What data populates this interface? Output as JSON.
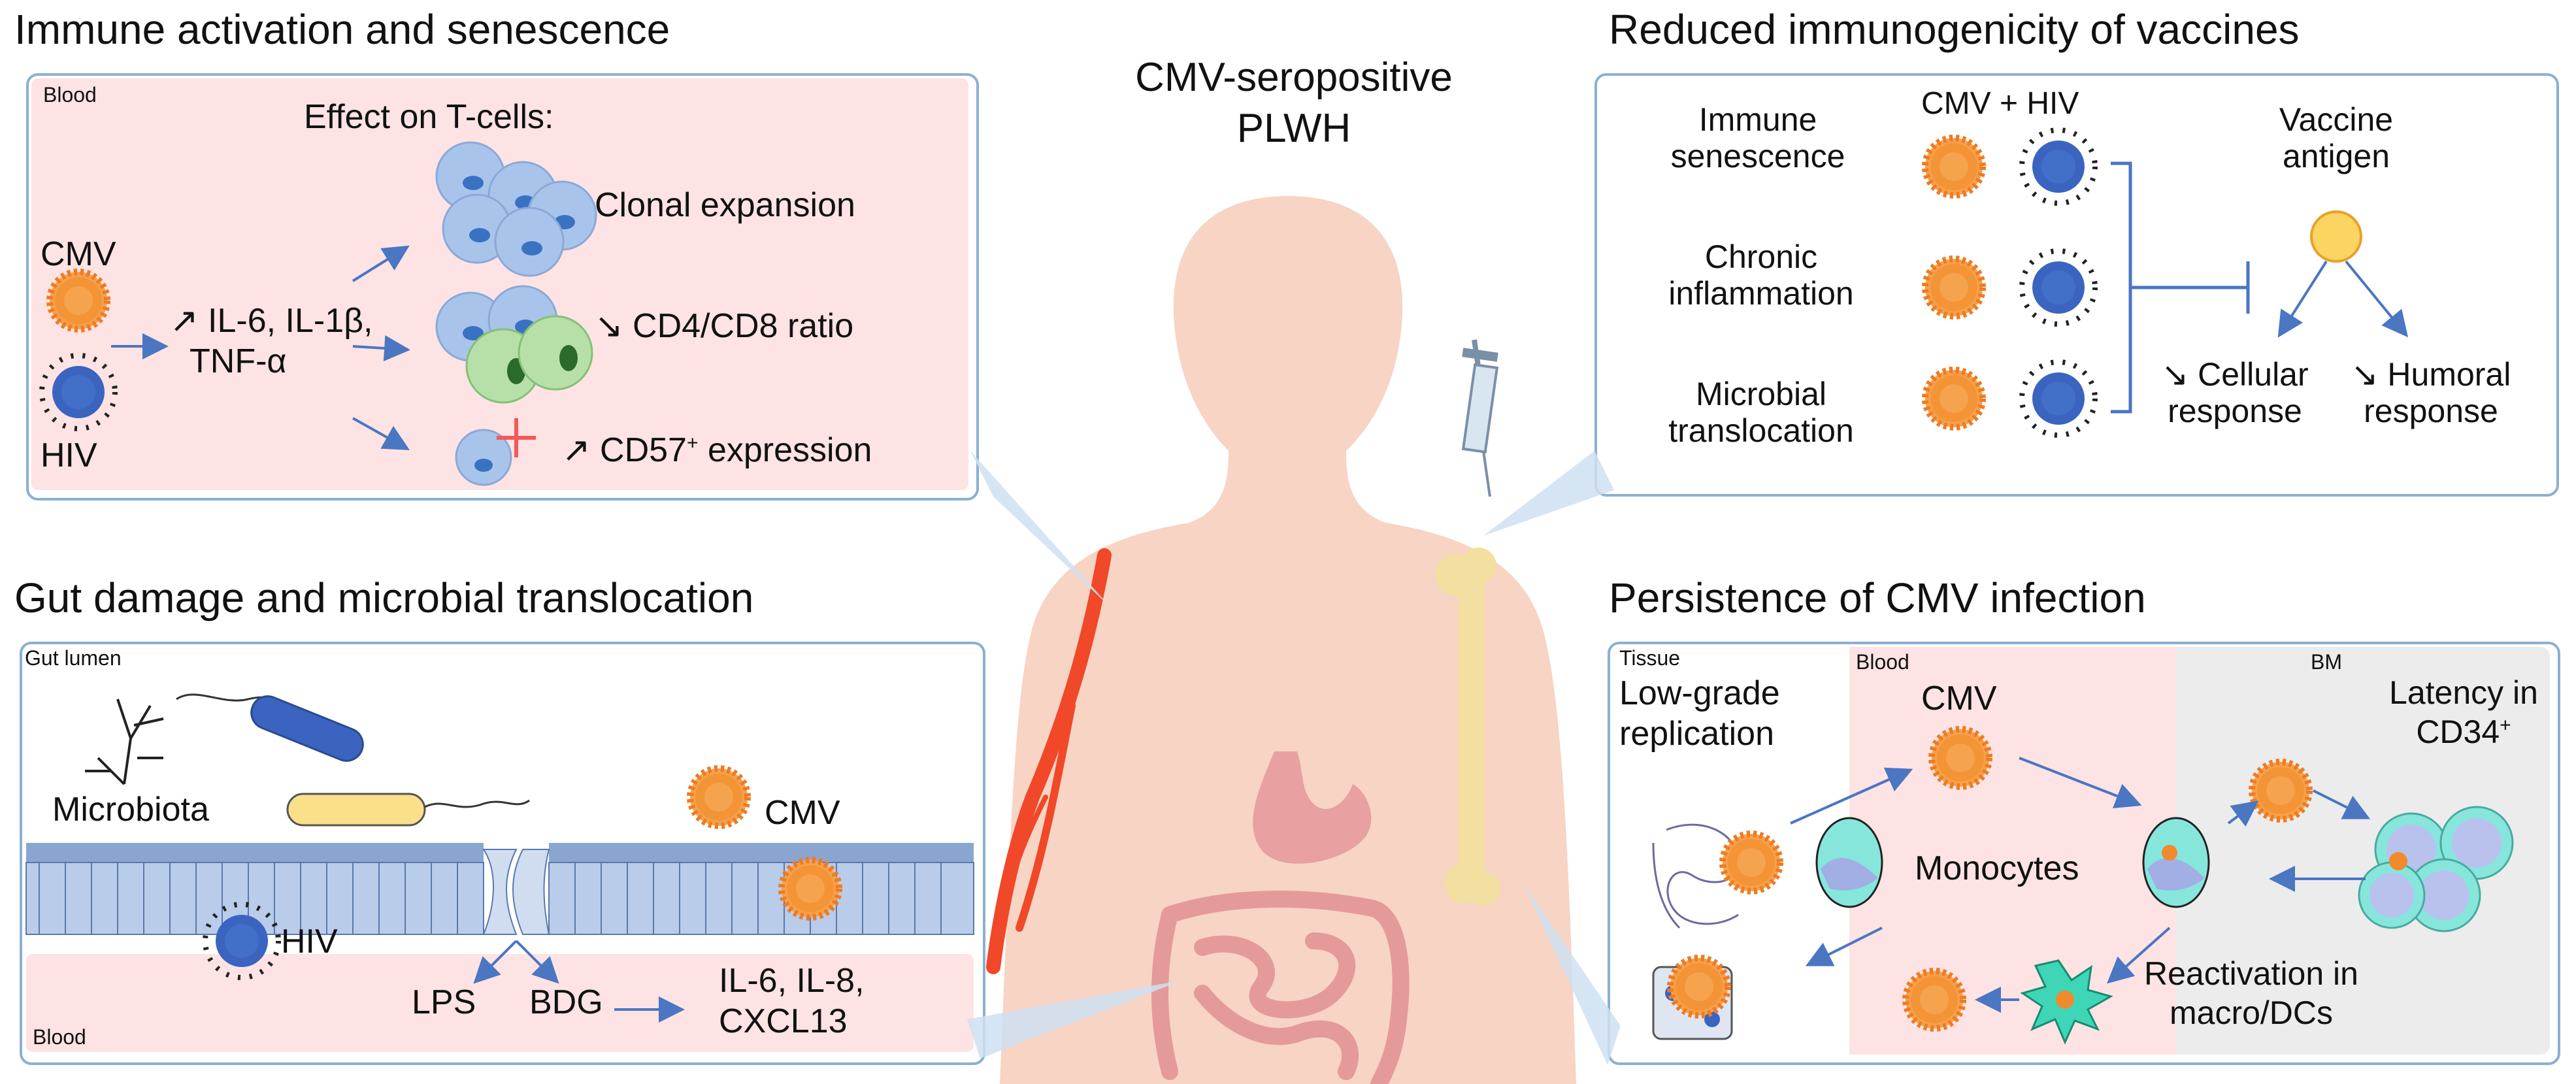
{
  "center": {
    "title_line1": "CMV-seropositive",
    "title_line2": "PLWH"
  },
  "panels": {
    "immune": {
      "title": "Immune activation and senescence",
      "compartment": "Blood",
      "effect_header": "Effect on T-cells:",
      "virus1": "CMV",
      "virus2": "HIV",
      "cytokines_line1": "↗ IL-6, IL-1β,",
      "cytokines_line2": "TNF-α",
      "effect1": "Clonal expansion",
      "effect2": "↘ CD4/CD8 ratio",
      "effect3_pre": "↗ CD57",
      "effect3_sup": "+",
      "effect3_post": " expression"
    },
    "vaccines": {
      "title": "Reduced immunogenicity of vaccines",
      "header": "CMV + HIV",
      "factor1_line1": "Immune",
      "factor1_line2": "senescence",
      "factor2_line1": "Chronic",
      "factor2_line2": "inflammation",
      "factor3_line1": "Microbial",
      "factor3_line2": "translocation",
      "antigen_line1": "Vaccine",
      "antigen_line2": "antigen",
      "response1_line1": "↘ Cellular",
      "response1_line2": "response",
      "response2_line1": "↘ Humoral",
      "response2_line2": "response"
    },
    "gut": {
      "title": "Gut damage and microbial translocation",
      "lumen": "Gut lumen",
      "microbiota": "Microbiota",
      "virus1": "CMV",
      "virus2": "HIV",
      "compartment": "Blood",
      "product1": "LPS",
      "product2": "BDG",
      "cytokines_line1": "IL-6, IL-8,",
      "cytokines_line2": "CXCL13"
    },
    "persistence": {
      "title": "Persistence of CMV infection",
      "tissue": "Tissue",
      "blood": "Blood",
      "bm": "BM",
      "lowgrade_line1": "Low-grade",
      "lowgrade_line2": "replication",
      "virus": "CMV",
      "monocytes": "Monocytes",
      "latency_line1": "Latency in",
      "latency_line2_pre": "CD34",
      "latency_line2_sup": "+",
      "reactivation_line1": "Reactivation in",
      "reactivation_line2": "macro/DCs"
    }
  },
  "icons": {
    "cmv": "orange-spiky-virus-icon",
    "hiv": "blue-dotted-virus-icon",
    "antigen": "yellow-circle-icon",
    "syringe": "syringe-icon",
    "body": "human-silhouette"
  },
  "colors": {
    "panel_border": "#8cb0d0",
    "blood_fill": "#fde3e3",
    "bm_fill": "#ececec",
    "arrow": "#4a76c2",
    "cmv_orange": "#f08a2c",
    "hiv_blue": "#3a64c0",
    "body": "#f7d4c4",
    "artery": "#f04828",
    "bone": "#f3dfa0",
    "monocyte": "#86e6dc",
    "tcell": "#a9c4ea",
    "tcell_green": "#b7e0a8"
  }
}
